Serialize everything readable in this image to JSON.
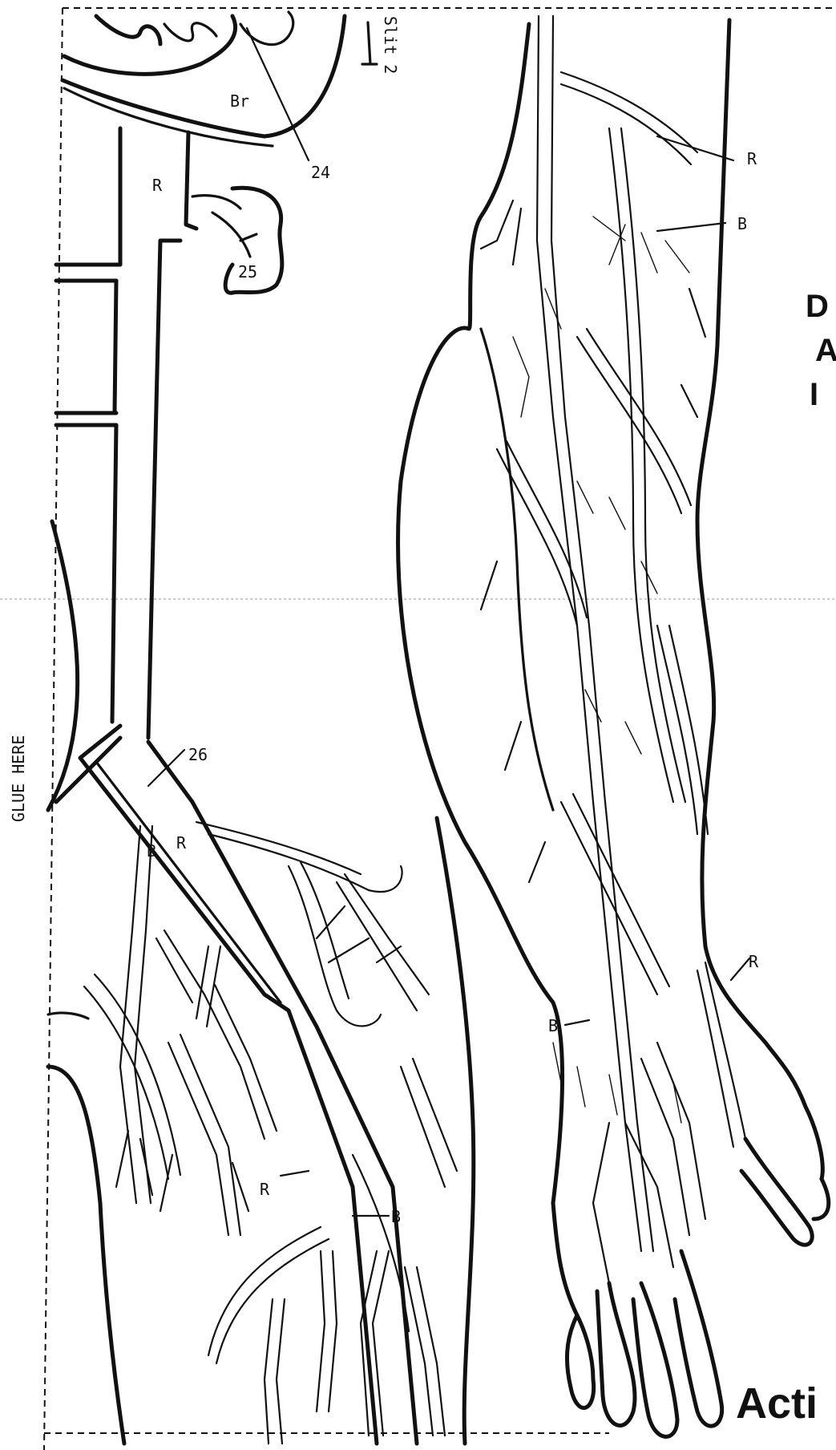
{
  "side_label": "GLUE HERE",
  "slit_label": "Slit 2",
  "upper_arm_labels": {
    "brain": "Br",
    "n24": "24",
    "n25": "25",
    "n26": "26",
    "r_top": "R",
    "b_mid": "B",
    "r_mid": "R",
    "r_low": "R",
    "b_low": "B"
  },
  "forearm_labels": {
    "r_top": "R",
    "b_top": "B",
    "r_wrist": "R",
    "b_wrist": "B"
  },
  "heading_fragments": {
    "line1": "D",
    "line2": "A",
    "line3": "I",
    "bottom": "Acti"
  }
}
